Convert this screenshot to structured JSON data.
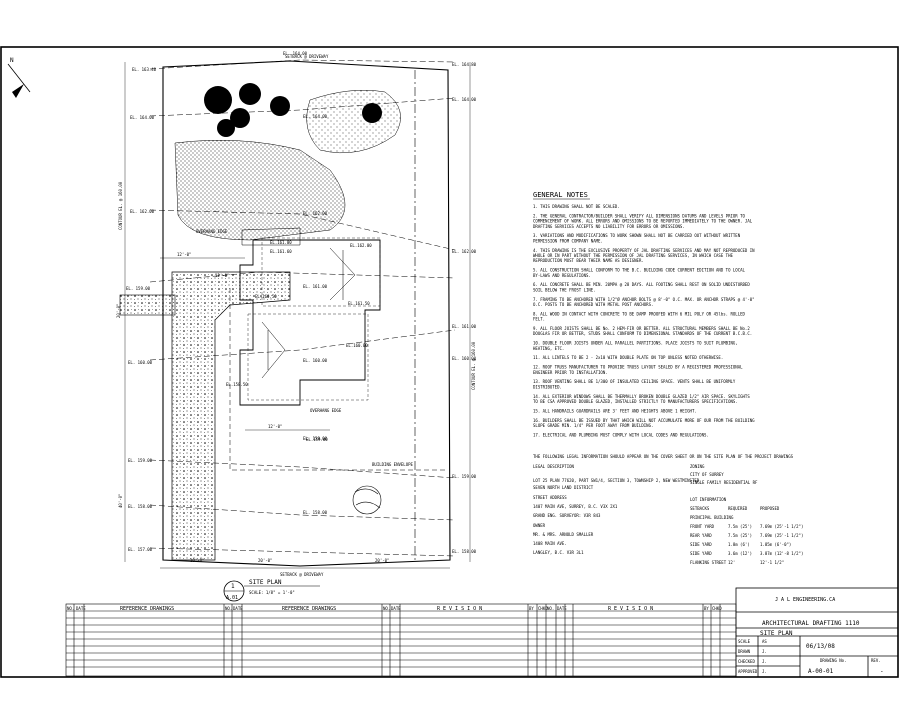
{
  "site_plan": {
    "north_label": "N",
    "elevations": {
      "top_center": "EL. 164.00",
      "top_left": "EL. 163.40",
      "top_right": "EL. 164.80",
      "right_upper": "EL. 164.00",
      "left_upper": "EL. 164.00",
      "left_mid": "EL. 162.00",
      "left_drive": "EL. 159.00",
      "left_low": "EL. 160.00",
      "left_lower": "EL. 159.00",
      "left_lowest": "EL. 158.00",
      "left_bottom": "EL. 157.00",
      "mid_upper": "EL. 164.00",
      "mid_mid": "EL. 162.00",
      "mid_center": "EL. 161.00",
      "mid_lower": "EL. 160.00",
      "mid_low2": "EL. 159.00",
      "bottom_mid": "EL. 158.00",
      "bottom_right": "EL. 158.00",
      "right_mid1": "EL. 162.00",
      "right_mid2": "EL. 161.00",
      "right_mid3": "EL. 160.00",
      "right_low": "EL. 159.00",
      "house_a": "EL.161.00",
      "house_b": "EL.162.00",
      "house_c": "EL.160.00",
      "house_d": "EL.161.50",
      "house_e": "EL.160.50",
      "house_f": "EL.158.50",
      "house_g": "EL.159.00",
      "house_h": "EL.161.60"
    },
    "labels": {
      "overhang_top": "OVERHANG EDGE",
      "overhang_bottom": "OVERHANG EDGE",
      "building_envelope": "BUILDING ENVELOPE",
      "setback_top": "SETBACK @ DRIVEWAY",
      "setback_bottom": "SETBACK @ DRIVEWAY",
      "left_dim": "CONTOUR EL. @ 160.00",
      "right_dim": "CONTOUR EL. @ 160.00",
      "dim_a": "12'-0\"",
      "dim_b": "12'-0\"",
      "dim_c": "12'-0\"",
      "dim_d": "20'-0\"",
      "dim_e": "40'-0\"",
      "dim_f": "10'-0\"",
      "dim_g": "20'-0\"",
      "dim_h": "20'-0\""
    },
    "title_label": "SITE PLAN",
    "scale_label": "SCALE: 1/8\" = 1'-0\"",
    "detail_number": "1",
    "detail_sheet": "A.01"
  },
  "notes": {
    "heading": "GENERAL NOTES",
    "items": [
      "1. THIS DRAWING SHALL NOT BE SCALED.",
      "2. THE GENERAL CONTRACTOR/BUILDER SHALL VERIFY ALL DIMENSIONS DATUMS AND LEVELS PRIOR TO COMMENCEMENT OF WORK. ALL ERRORS AND OMISSIONS TO BE REPORTED IMMEDIATELY TO THE OWNER. JAL DRAFTING SERVICES ACCEPTS NO LIABILITY FOR ERRORS OR OMISSIONS.",
      "3. VARIATIONS AND MODIFICATIONS TO WORK SHOWN SHALL NOT BE CARRIED OUT WITHOUT WRITTEN PERMISSION FROM COMPANY NAME.",
      "4. THIS DRAWING IS THE EXCLUSIVE PROPERTY OF JAL DRAFTING SERVICES AND MAY NOT REPRODUCED IN WHOLE OR IN PART WITHOUT THE PERMISSION OF JAL DRAFTING SERVICES, IN WHICH CASE THE REPRODUCTION MUST BEAR THEIR NAME AS DESIGNER.",
      "5. ALL CONSTRUCTION SHALL CONFORM TO THE B.C. BUILDING CODE CURRENT EDITION AND TO LOCAL BY-LAWS AND REGULATIONS.",
      "6. ALL CONCRETE SHALL BE MIN. 20MPA @ 28 DAYS. ALL FOOTING SHALL REST ON SOLID UNDISTURBED SOIL BELOW THE FROST LINE.",
      "7. FRAMING TO BE ANCHORED WITH 1/2\"Ø ANCHOR BOLTS @ 8'-0\" O.C. MAX. OR ANCHOR STRAPS @ 4'-0\" O.C. POSTS TO BE ANCHORED WITH METAL POST ANCHORS.",
      "8. ALL WOOD IN CONTACT WITH CONCRETE TO BE DAMP PROOFED WITH 6 MIL POLY OR 45lbs. ROLLED FELT.",
      "9. ALL FLOOR JOISTS SHALL BE No. 2 HEM-FIR OR BETTER. ALL STRUCTURAL MEMBERS SHALL BE No.2 DOUGLAS FIR OR BETTER, STUDS SHALL CONFORM TO DIMENSIONAL STANDARDS OF THE CURRENT B.C.B.C.",
      "10. DOUBLE FLOOR JOISTS UNDER ALL PARALLEL PARTITIONS. PLACE JOISTS TO SUIT PLUMBING, HEATING, ETC.",
      "11. ALL LINTELS TO BE 2 - 2x10 WITH DOUBLE PLATE ON TOP UNLESS NOTED OTHERWISE.",
      "12. ROOF TRUSS MANUFACTURER TO PROVIDE TRUSS LAYOUT SEALED BY A REGISTERED PROFESSIONAL ENGINEER PRIOR TO INSTALLATION.",
      "13. ROOF VENTING SHALL BE 1/300 OF INSULATED CEILING SPACE. VENTS SHALL BE UNIFORMLY DISTRIBUTED.",
      "14. ALL EXTERIOR WINDOWS SHALL BE THERMALLY BROKEN DOUBLE GLAZED 1/2\" AIR SPACE. SKYLIGHTS TO BE CSA APPROVED DOUBLE GLAZED, INSTALLED STRICTLY TO MANUFACTURERS SPECIFICATIONS.",
      "15. ALL HANDRAILS GUARDRAILS ARE 3' FEET AND HEIGHTS ABOVE 1 HEIGHT.",
      "16. BUILDERS SHALL BE ISSUED BY THAT WHICH WILL NOT ACCUMULATE MORE OF OUR FROM THE BUILDING SLOPE GRADE MIN. 1/4\" PER FOOT AWAY FROM BUILDING.",
      "17. ELECTRICAL AND PLUMBING MUST COMPLY WITH LOCAL CODES AND REGULATIONS."
    ],
    "info_intro": "THE FOLLOWING LEGAL INFORMATION SHOULD APPEAR ON THE COVER SHEET OR ON THE SITE PLAN OF THE PROJECT DRAWINGS",
    "legal_left": [
      "LEGAL DESCRIPTION",
      "LOT 25 PLAN 77620, PART SW1/4, SECTION 3, TOWNSHIP 2, NEW WESTMINSTER",
      "SEVEN NORTH LAND DISTRICT",
      "STREET ADDRESS",
      "1407 MAIN AVE, SURREY, B.C. V3X 2X1",
      "GRAND ENG. SURVEYOR: V3R 843",
      "OWNER",
      "MR. & MRS. ARNOLD SMALLER",
      "1408 MAIN AVE.",
      "LANGLEY, B.C. V3R 3L1"
    ],
    "legal_right_top": [
      "ZONING",
      "CITY OF SURREY",
      "SINGLE FAMILY RESIDENTIAL RF"
    ],
    "lot_info_title": "LOT INFORMATION",
    "lot_table_headers": [
      "SETBACKS",
      "REQUIRED",
      "PROPOSED"
    ],
    "lot_table_sub": "PRINCIPAL BUILDING",
    "lot_table_rows": [
      [
        "FRONT YARD",
        "7.5m (25')",
        "7.69m (25'-1 1/2\")"
      ],
      [
        "REAR YARD",
        "7.5m (25')",
        "7.69m (25'-1 1/2\")"
      ],
      [
        "SIDE YARD",
        "1.8m (6')",
        "1.85m (6'-0\")"
      ],
      [
        "SIDE YARD",
        "3.6m (12')",
        "3.87m (12'-8 1/2\")"
      ],
      [
        "FLANKING STREET",
        "12'",
        "12'-1 1/2\""
      ]
    ]
  },
  "title_block": {
    "company": "J A L ENGINEERING.CA",
    "course": "ARCHITECTURAL DRAFTING 1110",
    "drawing_title": "SITE PLAN",
    "scale_label": "SCALE",
    "scale_value": "AS",
    "drawn_label": "DRAWN",
    "drawn_value": "J.",
    "checked_label": "CHECKED",
    "checked_value": "J.",
    "approved_label": "APPROVED",
    "approved_value": "J.",
    "date": "06/13/08",
    "drawing_no_label": "DRAWING No.",
    "drawing_no": "A-00-01",
    "rev_label": "REV.",
    "rev_value": "-"
  },
  "reference_table": {
    "no_label": "NO.",
    "date_label": "DATE",
    "by_label": "BY",
    "chkd_label": "CHKD",
    "ref_title_1": "REFERENCE DRAWINGS",
    "ref_title_2": "REFERENCE DRAWINGS",
    "rev_title_1": "R E V I S I O N",
    "rev_title_2": "R E V I S I O N"
  }
}
